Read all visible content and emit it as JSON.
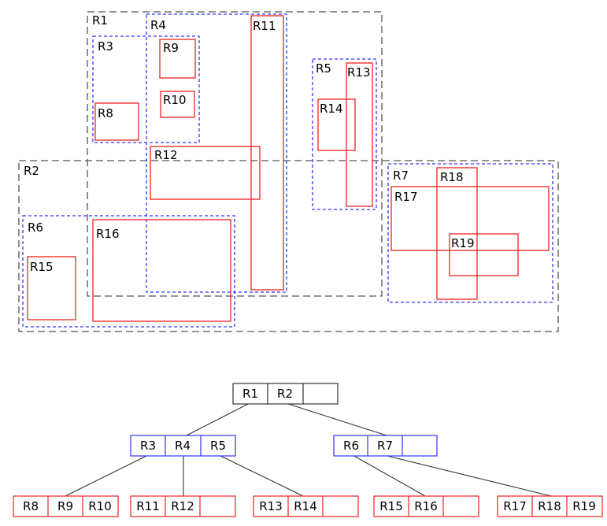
{
  "colors": {
    "level1": "#555555",
    "level2": "#3333ff",
    "leaf": "#ee2222",
    "edge": "#333333"
  },
  "regions": {
    "R1": "R1",
    "R2": "R2",
    "R3": "R3",
    "R4": "R4",
    "R5": "R5",
    "R6": "R6",
    "R7": "R7",
    "R8": "R8",
    "R9": "R9",
    "R10": "R10",
    "R11": "R11",
    "R12": "R12",
    "R13": "R13",
    "R14": "R14",
    "R15": "R15",
    "R16": "R16",
    "R17": "R17",
    "R18": "R18",
    "R19": "R19"
  },
  "tree": {
    "root": [
      "R1",
      "R2",
      ""
    ],
    "left": [
      "R3",
      "R4",
      "R5"
    ],
    "right": [
      "R6",
      "R7",
      ""
    ],
    "leaf1": [
      "R8",
      "R9",
      "R10"
    ],
    "leaf2": [
      "R11",
      "R12",
      ""
    ],
    "leaf3": [
      "R13",
      "R14",
      ""
    ],
    "leaf4": [
      "R15",
      "R16",
      ""
    ],
    "leaf5": [
      "R17",
      "R18",
      "R19"
    ]
  }
}
